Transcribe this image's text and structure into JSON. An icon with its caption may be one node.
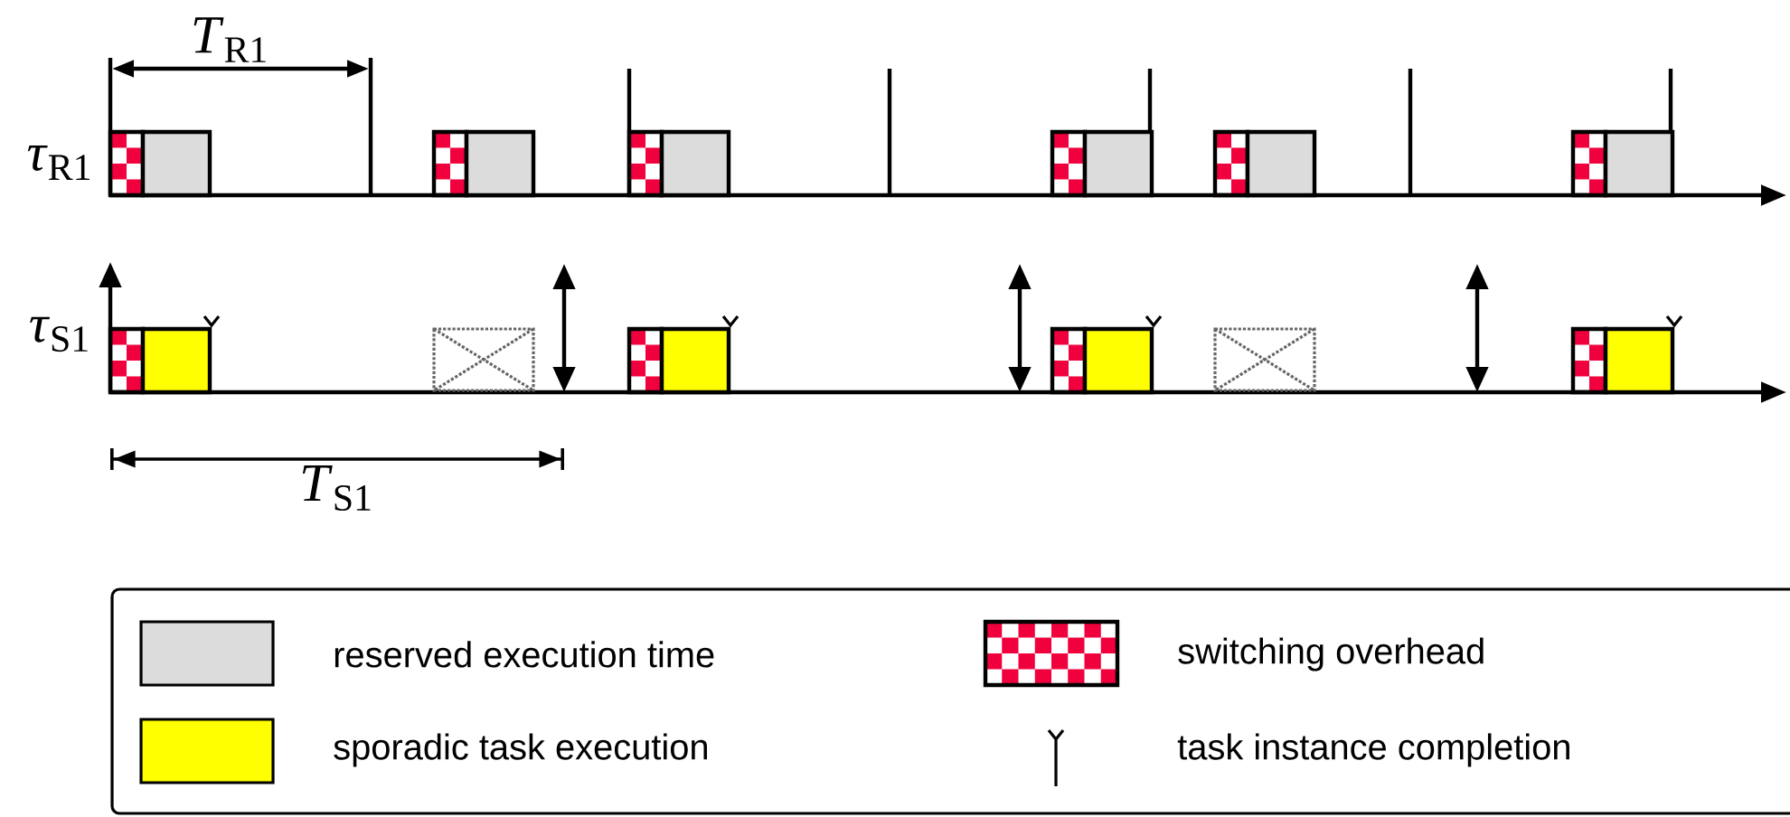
{
  "diagram": {
    "labels": [
      "*τ*$_{R1}$",
      "*τ*$_{S1}$",
      "*T*$_{R1}$",
      "*T*$_{S1}$"
    ],
    "legend": [
      {
        "text": "reserved execution time",
        "color": "#dcdcdc"
      },
      {
        "text": "sporadic task execution",
        "color": "#ffff00"
      },
      {
        "text": "switching overhead"
      },
      {
        "text": "task instance completion"
      }
    ]
  }
}
